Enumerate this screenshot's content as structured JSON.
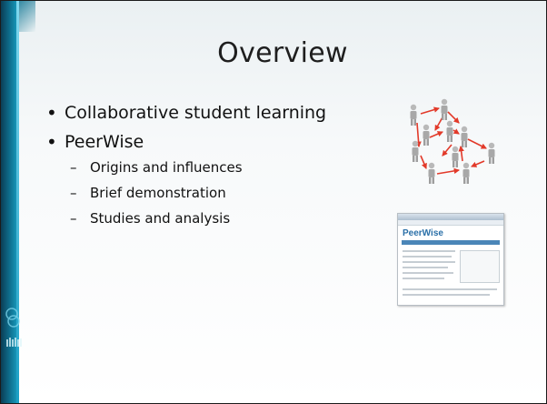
{
  "slide": {
    "title": "Overview",
    "bullets": [
      {
        "text": "Collaborative student learning",
        "sub": []
      },
      {
        "text": "PeerWise",
        "sub": [
          "Origins and influences",
          "Brief demonstration",
          "Studies and analysis"
        ]
      }
    ]
  },
  "images": {
    "network": {
      "icon": "people-network-icon",
      "arrow_color": "#e23a2a"
    },
    "screenshot": {
      "logo_text": "PeerWise"
    }
  },
  "theme": {
    "accent": "#0e6b8a"
  }
}
